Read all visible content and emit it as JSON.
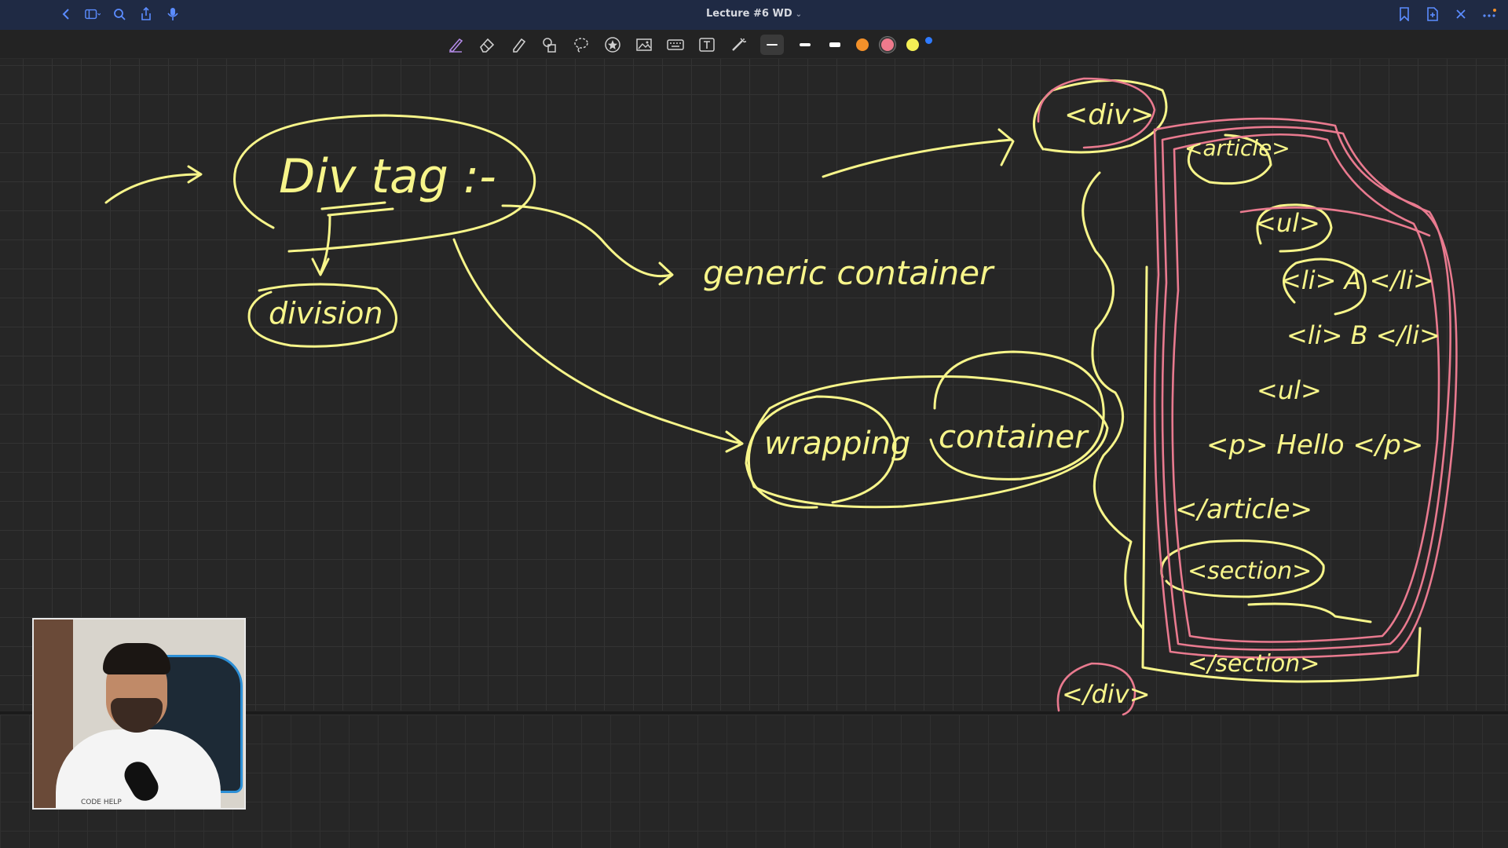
{
  "window": {
    "title": "Lecture #6 WD",
    "title_caret": "⌄"
  },
  "colors": {
    "titlebar_bg": "#1f2a44",
    "canvas_bg": "#262626",
    "ink_yellow": "#f7f58a",
    "ink_pink": "#e97a8f",
    "accent_blue": "#2f7bff"
  },
  "titlebar_icons_left": [
    "back-icon",
    "sidebar-icon",
    "search-icon",
    "share-icon",
    "microphone-icon"
  ],
  "titlebar_icons_right": [
    "bookmark-icon",
    "new-page-icon",
    "close-icon",
    "more-icon"
  ],
  "toolbar": {
    "tools": [
      "pen",
      "eraser",
      "highlighter",
      "shapes",
      "lasso",
      "sticker",
      "image",
      "keyboard",
      "text",
      "laser-pointer"
    ],
    "stroke_widths": [
      "thin",
      "medium",
      "thick"
    ],
    "swatches": [
      "#f2902a",
      "#ee7a8c",
      "#f4ef55"
    ],
    "selected_swatch": "#ee7a8c"
  },
  "ink": {
    "div_tag": "Div tag :-",
    "division": "division",
    "generic_container": "generic container",
    "wrapping": "wrapping",
    "container": "container",
    "open_div": "<div>",
    "open_article": "<article>",
    "open_ul": "<ul>",
    "li_a": "<li> A </li>",
    "li_b": "<li> B </li>",
    "close_ul": "<ul>",
    "p_hello": "<p> Hello </p>",
    "close_article": "</article>",
    "open_section": "<section>",
    "close_section": "</section>",
    "close_div": "</div>"
  },
  "webcam": {
    "shirt_text": "CODE HELP"
  }
}
